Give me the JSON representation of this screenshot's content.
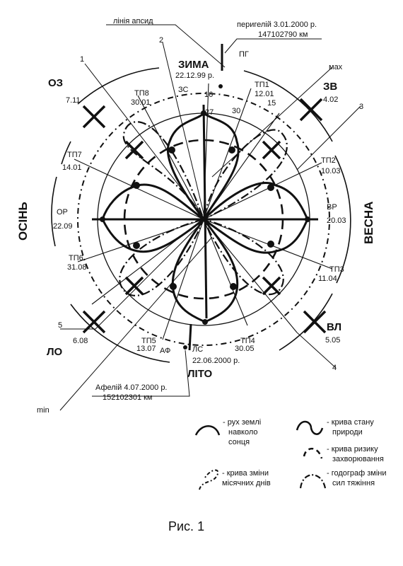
{
  "header": {
    "apsides_line": "лінія апсид",
    "perihelion": "перигелій 3.01.2000 р.",
    "perihelion_km": "147102790 км",
    "aphelion": "Афелій 4.07.2000 р.",
    "aphelion_km": "152102301 км"
  },
  "seasons": {
    "winter": "ЗИМА",
    "winter_date": "22.12.99 р.",
    "summer": "ЛІТО",
    "summer_date": "22.06.2000 р.",
    "autumn": "ОСІНЬ",
    "spring": "ВЕСНА"
  },
  "points": {
    "zs": "ЗС",
    "n16": "16",
    "n27": "27",
    "n30": "30",
    "pg": "ПГ",
    "max": "мах",
    "min": "min",
    "ls": "ЛС",
    "af": "АФ",
    "tp1": "ТП1",
    "tp1_date": "12.01",
    "n15": "15",
    "tp2": "ТП2",
    "tp2_date": "10.03",
    "tp3": "ТП3",
    "tp3_date": "11.04",
    "tp4": "ТП4",
    "tp4_date": "30.05",
    "tp5": "ТП5",
    "tp5_date": "13.07",
    "tp6": "ТП6",
    "tp6_date": "31.08",
    "tp7": "ТП7",
    "tp7_date": "14.01",
    "tp8": "ТП8",
    "tp8_date": "30.01",
    "oz": "ОЗ",
    "oz_date": "7.11",
    "zv": "ЗВ",
    "zv_date": "4.02",
    "vl": "ВЛ",
    "vl_date": "5.05",
    "lo": "ЛО",
    "lo_date": "6.08",
    "or": "ОР",
    "or_date": "22.09",
    "vr": "ВР",
    "vr_date": "20.03",
    "c1": "1",
    "c2": "2",
    "c3": "3",
    "c4": "4",
    "c5": "5"
  },
  "legend": {
    "earth_motion": [
      "- рух землі",
      "навколо",
      "сонця"
    ],
    "nature_state": [
      "- крива  стану",
      "природи"
    ],
    "disease_risk": [
      "- крива  ризику",
      "захворювання"
    ],
    "lunar_days": [
      "- крива зміни",
      "місячних днів"
    ],
    "gravity": [
      "- годограф зміни",
      "сил тяжіння"
    ]
  },
  "caption": "Рис. 1"
}
